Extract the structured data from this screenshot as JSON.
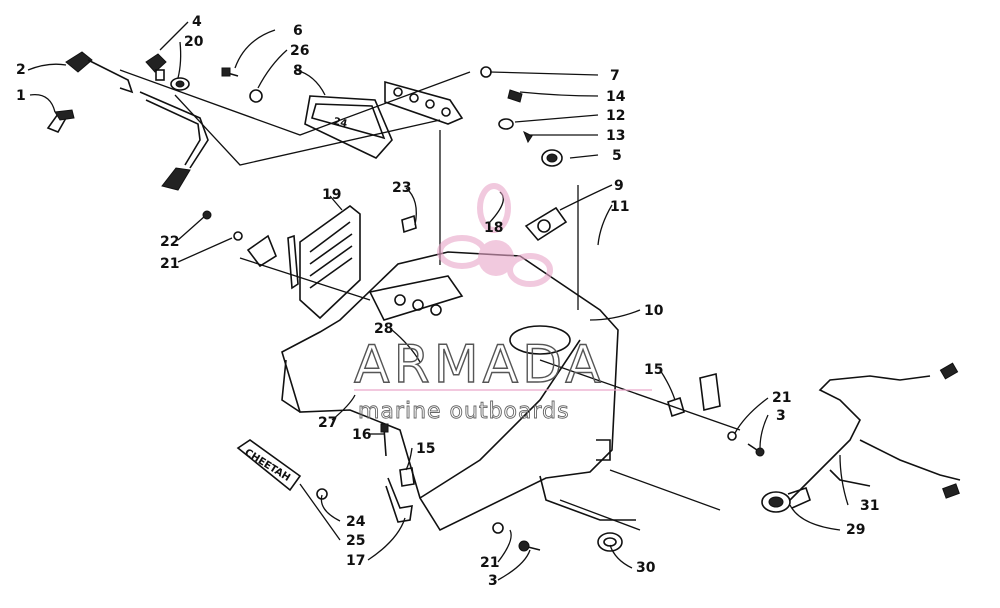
{
  "diagram": {
    "callouts": [
      "1",
      "2",
      "4",
      "20",
      "6",
      "26",
      "8",
      "7",
      "14",
      "12",
      "13",
      "5",
      "9",
      "11",
      "18",
      "19",
      "23",
      "22",
      "21",
      "10",
      "28",
      "27",
      "15",
      "21",
      "3",
      "16",
      "15",
      "24",
      "25",
      "17",
      "21",
      "3",
      "30",
      "31",
      "29"
    ],
    "decal_text": "CHEETAH",
    "watermark": {
      "title": "ARMADA",
      "subtitle": "marine outboards"
    },
    "colors": {
      "line": "#111111",
      "watermark_pink": "#e9a6c9",
      "watermark_text": "#555555"
    }
  }
}
